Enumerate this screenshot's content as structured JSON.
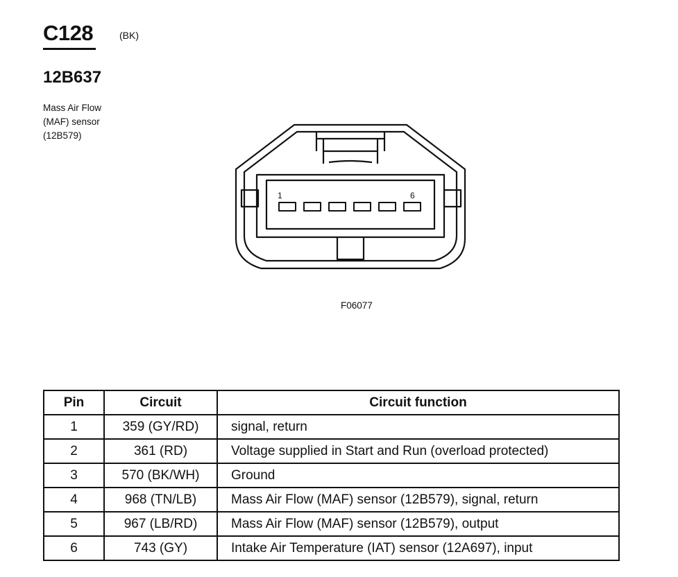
{
  "connector": {
    "id": "C128",
    "color": "(BK)",
    "part_number": "12B637",
    "description": [
      "Mass Air Flow",
      "(MAF) sensor",
      "(12B579)"
    ]
  },
  "diagram": {
    "pin_labels": {
      "first": "1",
      "last": "6"
    },
    "pin_count": 6,
    "figure_id": "F06077"
  },
  "table": {
    "headers": {
      "pin": "Pin",
      "circuit": "Circuit",
      "function": "Circuit function"
    },
    "rows": [
      {
        "pin": "1",
        "circuit": "359 (GY/RD)",
        "function": "signal, return"
      },
      {
        "pin": "2",
        "circuit": "361 (RD)",
        "function": "Voltage supplied in Start and Run (overload protected)"
      },
      {
        "pin": "3",
        "circuit": "570 (BK/WH)",
        "function": "Ground"
      },
      {
        "pin": "4",
        "circuit": "968 (TN/LB)",
        "function": "Mass Air Flow (MAF) sensor (12B579), signal, return"
      },
      {
        "pin": "5",
        "circuit": "967 (LB/RD)",
        "function": "Mass Air Flow (MAF) sensor (12B579), output"
      },
      {
        "pin": "6",
        "circuit": "743 (GY)",
        "function": "Intake Air Temperature (IAT) sensor (12A697), input"
      }
    ]
  }
}
